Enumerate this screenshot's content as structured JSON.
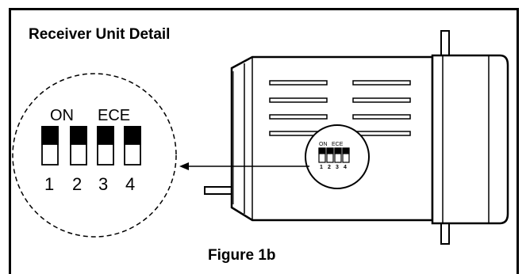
{
  "heading": "Receiver Unit Detail",
  "caption": "Figure 1b",
  "dip_switch": {
    "group_labels": [
      "ON",
      "ECE"
    ],
    "positions": [
      "1",
      "2",
      "3",
      "4"
    ]
  },
  "colors": {
    "line": "#000000",
    "background": "#ffffff"
  }
}
